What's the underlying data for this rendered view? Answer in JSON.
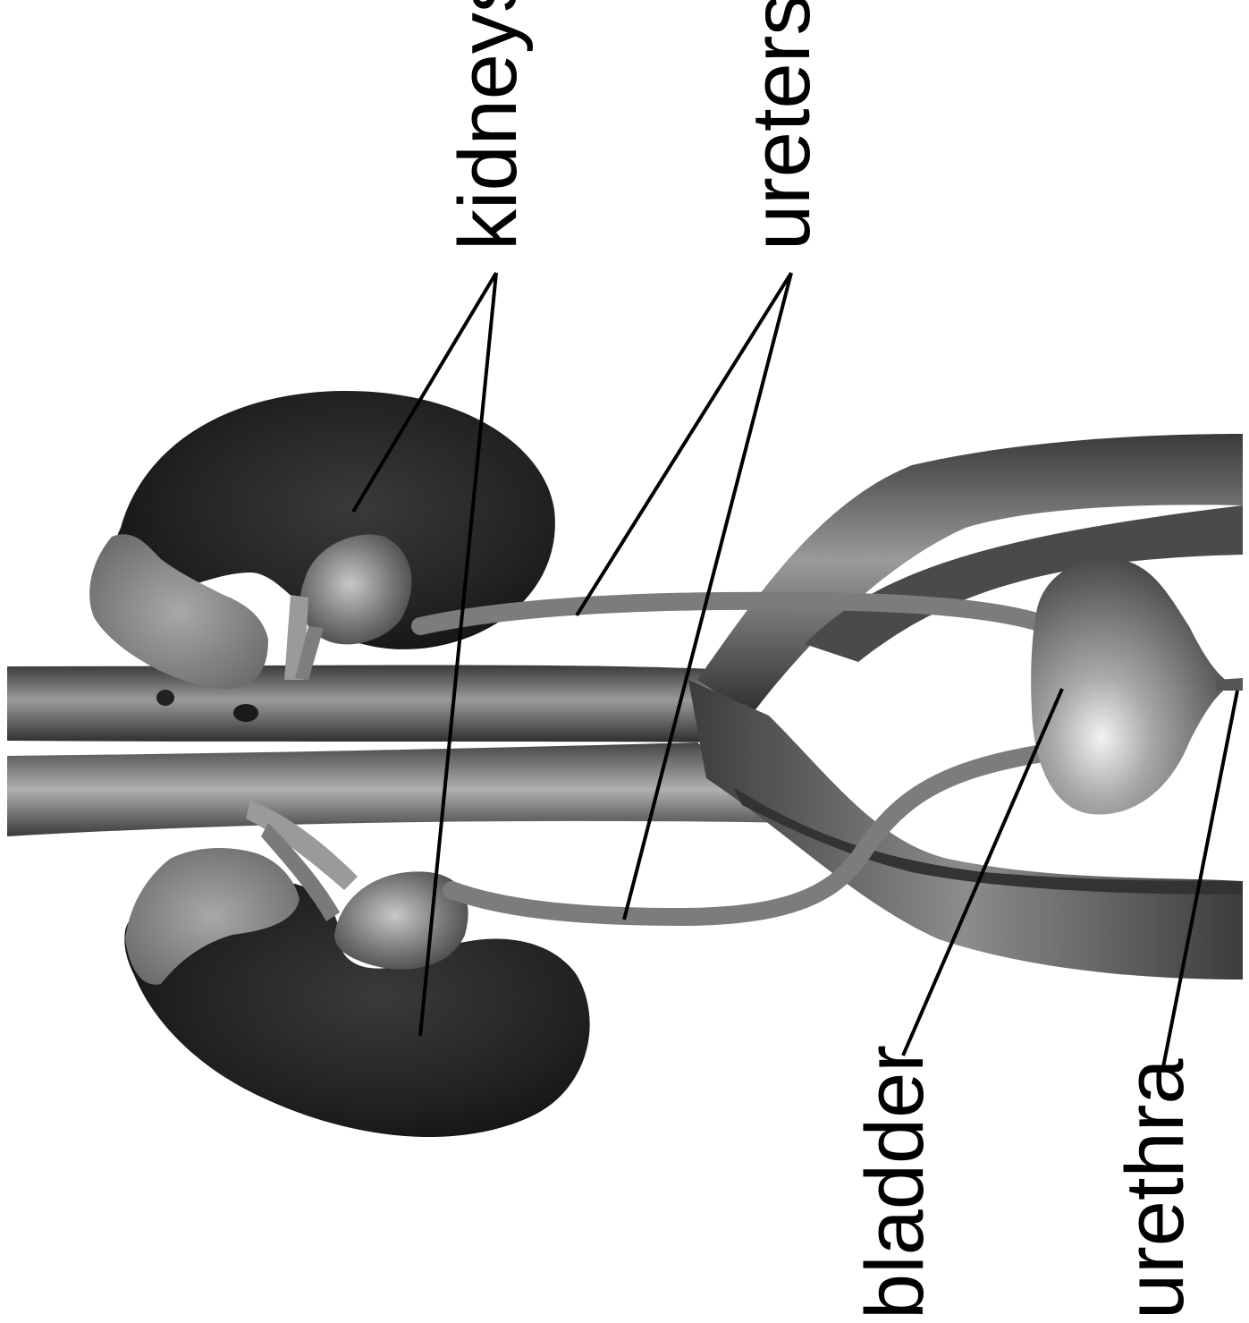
{
  "labels": {
    "kidneys": "kidneys",
    "ureters": "ureters",
    "bladder": "bladder",
    "urethra": "urethra"
  },
  "colors": {
    "background": "#ffffff",
    "kidney": "#222222",
    "vessel": "#6a6a6a",
    "adrenal": "#8a8a8a",
    "ureter": "#7a7a7a",
    "bladder": "#9a9a9a",
    "line": "#000000"
  }
}
